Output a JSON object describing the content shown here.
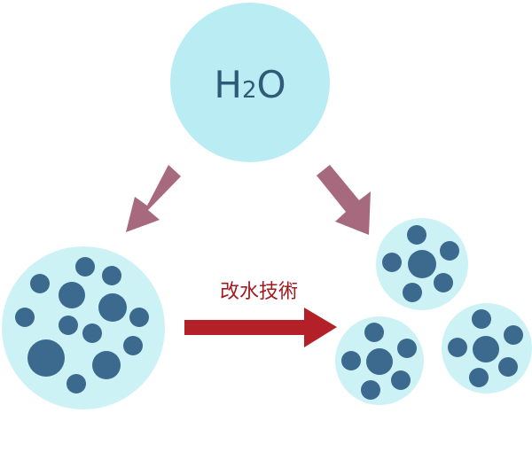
{
  "molecule": {
    "formula_main": "H",
    "formula_sub": "2",
    "formula_end": "O"
  },
  "process_label": "改水技術",
  "colors": {
    "bubble_fill": "#cdf2f6",
    "top_bubble_fill": "#b9ecf3",
    "particle": "#3b6a8e",
    "formula_text": "#2f5a78",
    "split_arrow": "#a7697d",
    "process_arrow": "#b32028",
    "label_text": "#a11a20"
  }
}
